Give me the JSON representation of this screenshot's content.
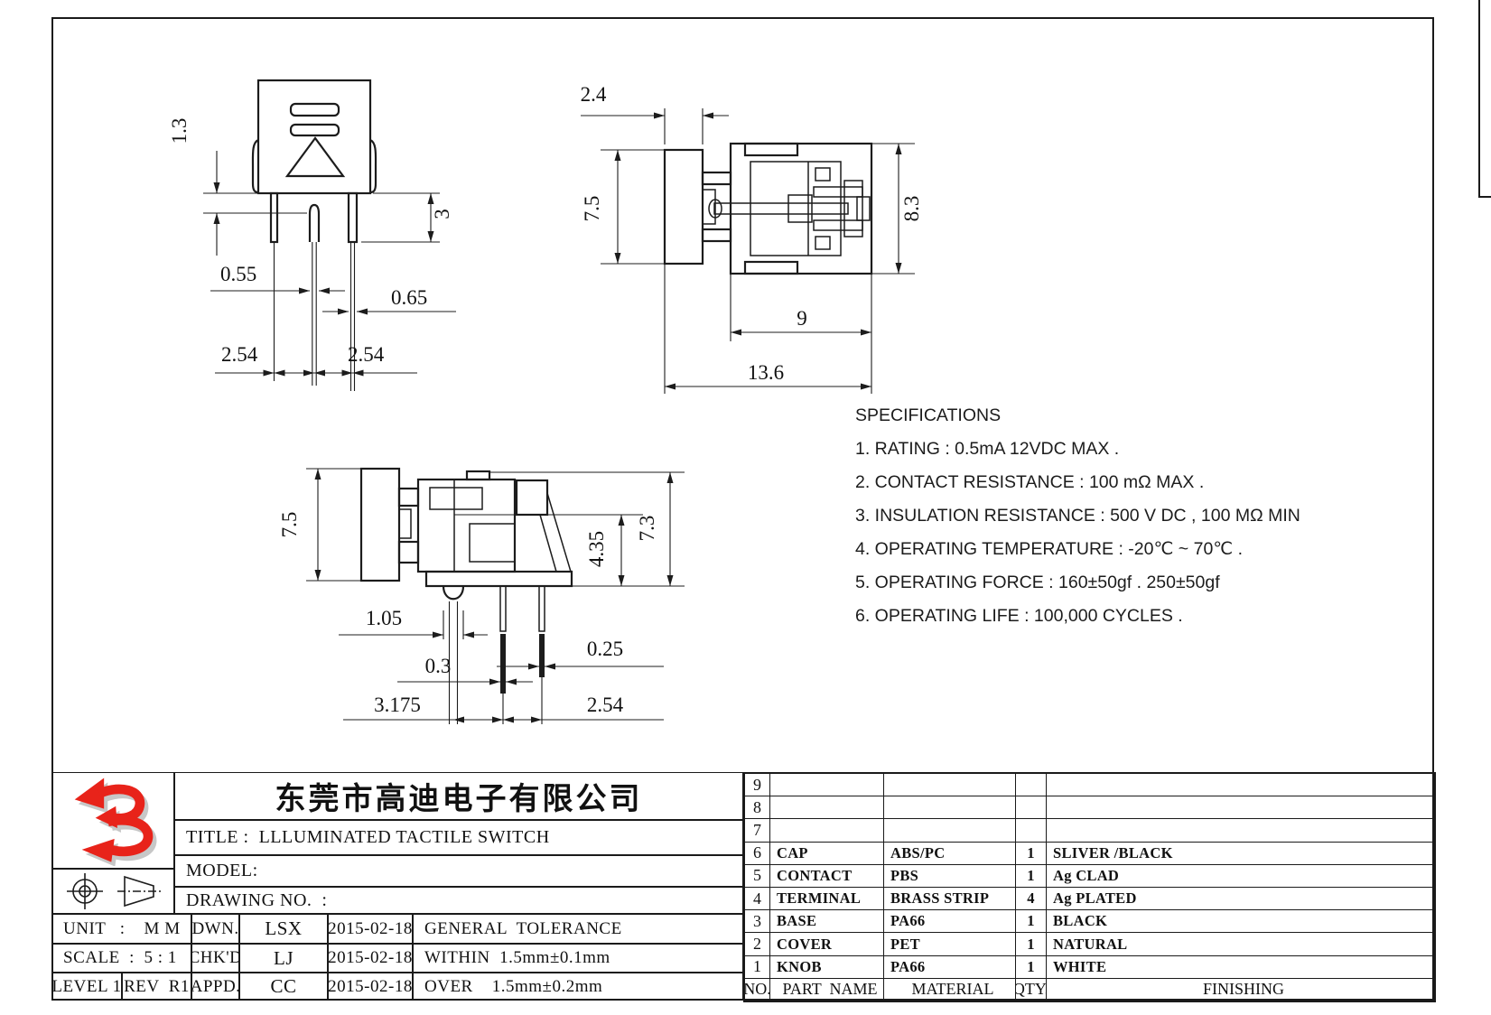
{
  "views": {
    "front": {
      "d13": "1.3",
      "d3": "3",
      "d055": "0.55",
      "d065": "0.65",
      "d254a": "2.54",
      "d254b": "2.54"
    },
    "side": {
      "d24": "2.4",
      "d75": "7.5",
      "d83": "8.3",
      "d9": "9",
      "d136": "13.6"
    },
    "bottom": {
      "d75": "7.5",
      "d105": "1.05",
      "d03": "0.3",
      "d3175": "3.175",
      "d254": "2.54",
      "d025": "0.25",
      "d435": "4.35",
      "d73": "7.3"
    }
  },
  "specifications": {
    "title": "SPECIFICATIONS",
    "items": [
      "1. RATING : 0.5mA 12VDC MAX .",
      "2. CONTACT RESISTANCE : 100 mΩ MAX .",
      "3. INSULATION RESISTANCE : 500 V DC , 100 MΩ MIN",
      "4. OPERATING TEMPERATURE : -20℃ ~ 70℃ .",
      "5. OPERATING FORCE : 160±50gf . 250±50gf",
      "6. OPERATING LIFE : 100,000 CYCLES ."
    ]
  },
  "title_block": {
    "company": "东莞市高迪电子有限公司",
    "title_label": "TITLE :",
    "title_value": "LLLUMINATED TACTILE SWITCH",
    "model_label": "MODEL:",
    "drawing_no_label": "DRAWING NO.  :",
    "unit": "UNIT   :    M M",
    "scale": "SCALE  :  5 : 1",
    "level": "LEVEL 1",
    "rev": "REV  R1",
    "dwn_label": "DWN.",
    "chkd_label": "CHK'D",
    "appd_label": "APPD.",
    "dwn_value": "LSX",
    "chkd_value": "LJ",
    "appd_value": "CC",
    "dwn_date": "2015-02-18",
    "chkd_date": "2015-02-18",
    "appd_date": "2015-02-18",
    "tol_title": "GENERAL  TOLERANCE",
    "tol_within": "WITHIN  1.5mm±0.1mm",
    "tol_over": "OVER    1.5mm±0.2mm"
  },
  "parts_table": {
    "headers": {
      "no": "NO.",
      "part": "PART  NAME",
      "material": "MATERIAL",
      "qty": "QTY.",
      "finishing": "FINISHING"
    },
    "rows": [
      {
        "no": "9",
        "part": "",
        "material": "",
        "qty": "",
        "finishing": ""
      },
      {
        "no": "8",
        "part": "",
        "material": "",
        "qty": "",
        "finishing": ""
      },
      {
        "no": "7",
        "part": "",
        "material": "",
        "qty": "",
        "finishing": ""
      },
      {
        "no": "6",
        "part": "CAP",
        "material": "ABS/PC",
        "qty": "1",
        "finishing": "SLIVER /BLACK"
      },
      {
        "no": "5",
        "part": "CONTACT",
        "material": "PBS",
        "qty": "1",
        "finishing": "Ag CLAD"
      },
      {
        "no": "4",
        "part": "TERMINAL",
        "material": "BRASS STRIP",
        "qty": "4",
        "finishing": "Ag PLATED"
      },
      {
        "no": "3",
        "part": "BASE",
        "material": "PA66",
        "qty": "1",
        "finishing": "BLACK"
      },
      {
        "no": "2",
        "part": "COVER",
        "material": "PET",
        "qty": "1",
        "finishing": "NATURAL"
      },
      {
        "no": "1",
        "part": "KNOB",
        "material": "PA66",
        "qty": "1",
        "finishing": "WHITE"
      }
    ]
  },
  "colors": {
    "line": "#1c1c1c",
    "logo_red": "#e8231a",
    "logo_shadow": "#c7c7c7"
  }
}
